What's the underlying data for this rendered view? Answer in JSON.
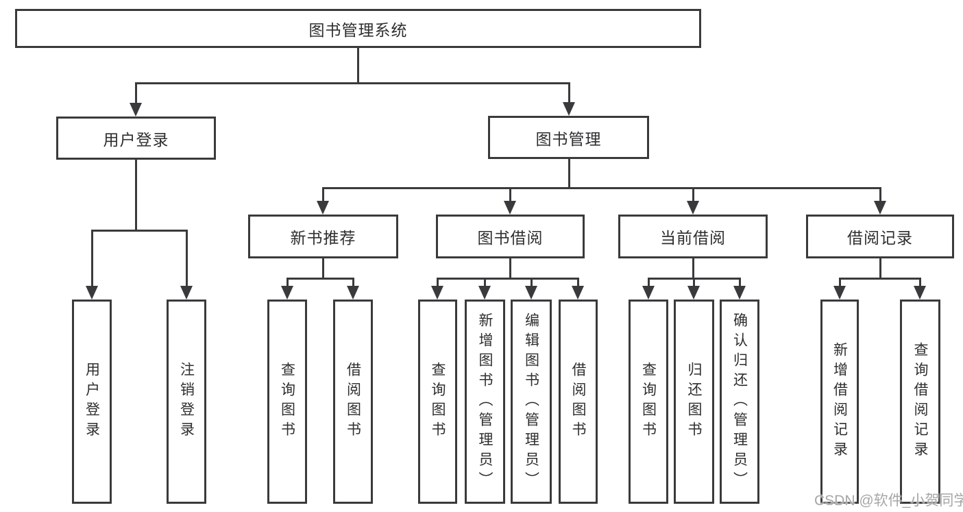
{
  "root": {
    "label": "图书管理系统"
  },
  "level2": {
    "user_login": {
      "label": "用户登录",
      "children": [
        "用户登录",
        "注销登录"
      ]
    },
    "book_management": {
      "label": "图书管理"
    }
  },
  "level3": {
    "new_book_recommend": {
      "label": "新书推荐",
      "children": [
        "查询图书",
        "借阅图书"
      ]
    },
    "book_borrow": {
      "label": "图书借阅",
      "children": [
        "查询图书",
        "新增图书（管理员）",
        "编辑图书（管理员）",
        "借阅图书"
      ]
    },
    "current_borrow": {
      "label": "当前借阅",
      "children": [
        "查询图书",
        "归还图书",
        "确认归还（管理员）"
      ]
    },
    "borrow_records": {
      "label": "借阅记录",
      "children": [
        "新增借阅记录",
        "查询借阅记录"
      ]
    }
  },
  "watermark": "CSDN @软件_小贺同学",
  "colors": {
    "line": "#3a3a3c",
    "text": "#2e2e30",
    "watermark": "#a6a6a6",
    "background": "#ffffff"
  }
}
